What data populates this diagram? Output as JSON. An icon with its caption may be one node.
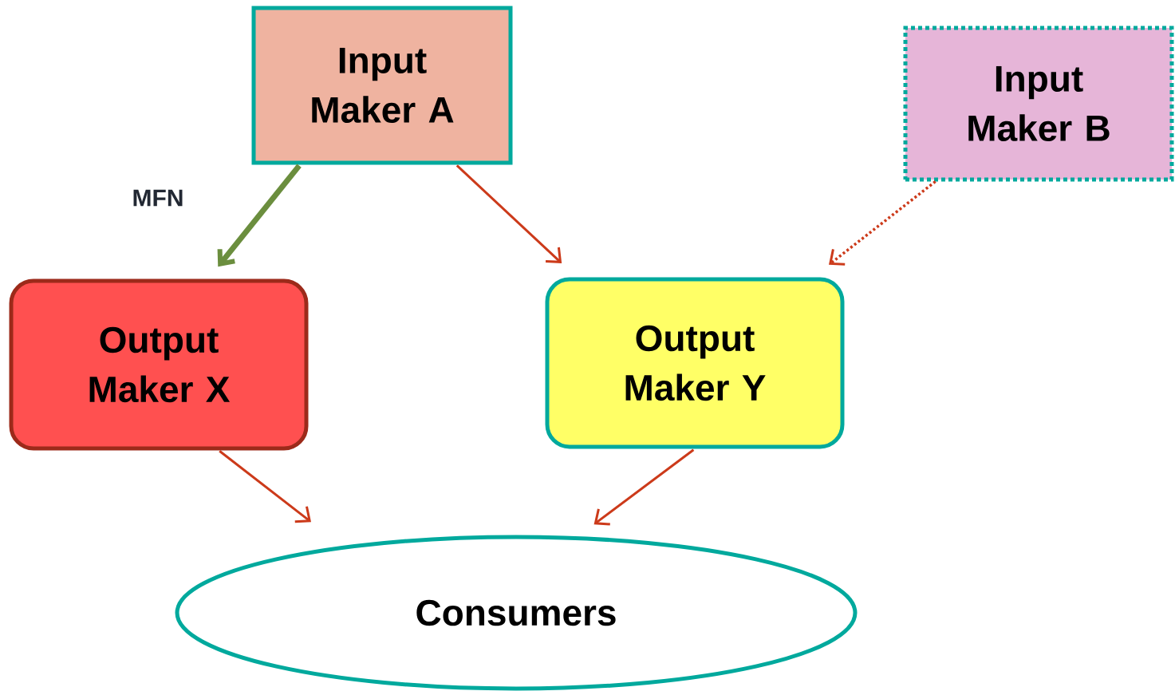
{
  "diagram": {
    "nodes": [
      {
        "text": [
          "Input Maker A"
        ]
      },
      {
        "text": [
          "Input Maker B"
        ]
      },
      {
        "text": [
          "Output Maker X"
        ]
      },
      {
        "text": [
          "Output Maker Y"
        ]
      },
      {
        "text": [
          "Consumers"
        ]
      }
    ],
    "edges": [
      {
        "from": 0,
        "to": 2,
        "arrow": "to",
        "label": "MFN",
        "style": "thick",
        "color": "#6b8e3e"
      },
      {
        "from": 0,
        "to": 3,
        "arrow": "to"
      },
      {
        "from": 1,
        "to": 3,
        "arrow": "to",
        "style": "dashed"
      },
      {
        "from": 2,
        "to": 4,
        "arrow": "to"
      },
      {
        "from": 3,
        "to": 4,
        "arrow": "to"
      }
    ]
  }
}
